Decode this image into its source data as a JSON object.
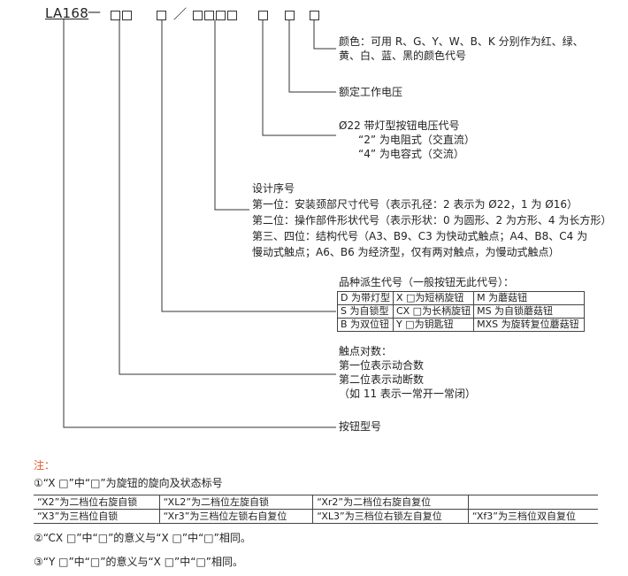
{
  "model_code": {
    "prefix": "LA168",
    "separator": "—",
    "slash": "／"
  },
  "color_block": {
    "line1": "颜色：可用 R、G、Y、W、B、K 分别作为红、绿、",
    "line2": "黄、白、蓝、黑的颜色代号"
  },
  "voltage_block": {
    "line1": "额定工作电压"
  },
  "lamp_block": {
    "line1": "Ø22 带灯型按钮电压代号",
    "line2": "“2” 为电阻式（交直流）",
    "line3": "“4” 为电容式（交流）"
  },
  "design_block": {
    "line1": "设计序号",
    "line2": "第一位：安装颈部尺寸代号（表示孔径：2 表示为 Ø22，1 为 Ø16）",
    "line3": "第二位：操作部件形状代号（表示形状：0 为圆形、2 为方形、4 为长方形）",
    "line4": "第三、四位：结构代号（A3、B9、C3 为快动式触点；A4、B8、C4 为",
    "line5": "慢动式触点；A6、B6 为经济型，仅有两对触点，为慢动式触点）"
  },
  "variant_block": {
    "title": "品种派生代号（一般按钮无此代号）：",
    "rows": [
      [
        "D 为带灯型",
        "X □为短柄旋钮",
        "M 为蘑菇钮"
      ],
      [
        "S 为自锁型",
        "CX □为长柄旋钮",
        "MS 为自锁蘑菇钮"
      ],
      [
        "B 为双位钮",
        "Y □为钥匙钮",
        "MXS 为旋转复位蘑菇钮"
      ]
    ]
  },
  "contact_block": {
    "line1": "触点对数：",
    "line2": "第一位表示动合数",
    "line3": "第二位表示动断数",
    "line4": "（如 11 表示一常开一常闭）"
  },
  "model_block": {
    "line1": "按钮型号"
  },
  "notes": {
    "title": "注：",
    "note1": "①“X □”中“□”为旋钮的旋向及状态标号",
    "table": [
      [
        "“X2”为二档位右旋自锁",
        "“XL2”为二档位左旋自锁",
        "“Xr2”为二档位右旋自复位",
        ""
      ],
      [
        "“X3”为三档位自锁",
        "“Xr3”为三档位左锁右自复位",
        "“XL3”为三档位右锁左自复位",
        "“Xf3”为三档位双自复位"
      ]
    ],
    "note2": "②“CX □”中“□”的意义与“X □”中“□”相同。",
    "note3": "③“Y □”中“□”的意义与“X □”中“□”相同。"
  },
  "colors": {
    "line": "#333333",
    "text": "#222222",
    "note_title": "#e05a2a"
  }
}
